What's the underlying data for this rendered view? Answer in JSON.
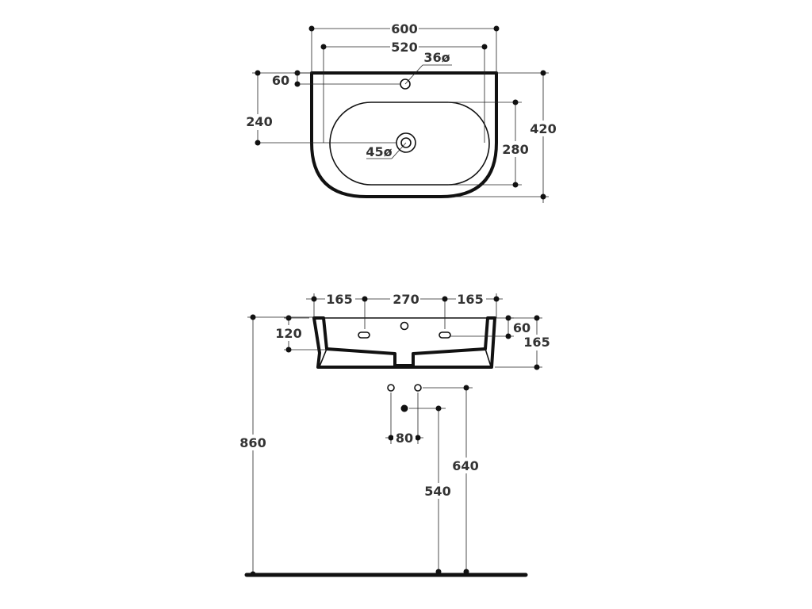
{
  "top_view": {
    "overall_width": "600",
    "inner_width": "520",
    "tap_hole": "36ø",
    "tap_offset": "60",
    "drain_offset": "240",
    "drain_hole": "45ø",
    "bowl_depth": "280",
    "overall_depth": "420"
  },
  "front_view": {
    "left_fix": "165",
    "fix_spacing": "270",
    "right_fix": "165",
    "fix_height": "120",
    "top_offset": "60",
    "basin_height": "165",
    "install_height": "860",
    "supply_spacing": "80",
    "waste_height": "540",
    "supply_height": "640"
  },
  "colors": {
    "line": "#111111",
    "label": "#333333"
  }
}
